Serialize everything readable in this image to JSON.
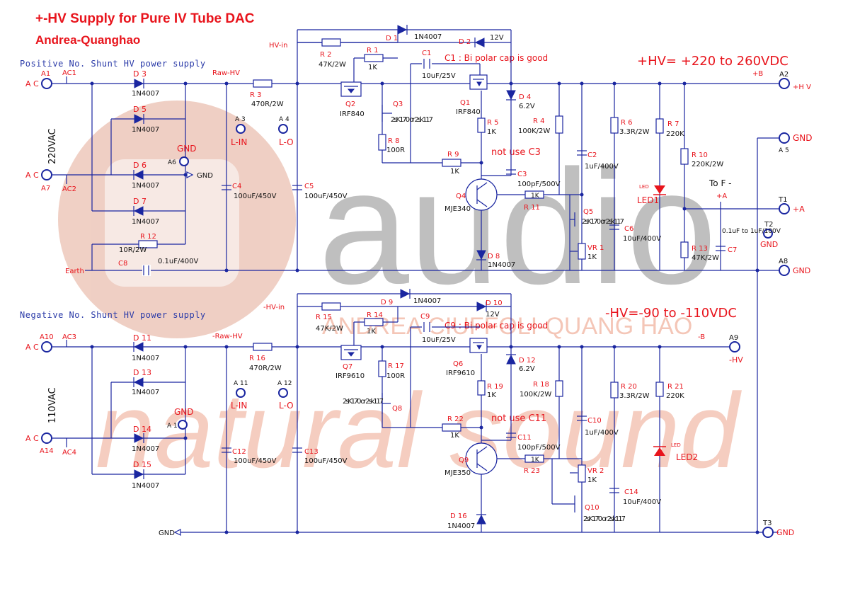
{
  "title": {
    "line1": "+-HV Supply for Pure IV Tube DAC",
    "line2": "Andrea-Quanghao"
  },
  "watermark": {
    "brand_a": "audio",
    "brand_b": "natural sound",
    "brand_c": "ANDREA CIUFFOLI-QUANG HAO",
    "color_grey": "#8c8c8c",
    "color_salmon": "#f2b9a6"
  },
  "sections": {
    "positive": "Positive No. Shunt HV power supply",
    "negative": "Negative No. Shunt HV power supply"
  },
  "notes": {
    "hv_pos": "+HV= +220 to 260VDC",
    "hv_neg": "-HV=-90 to -110VDC",
    "c1_note": "C1 : Bi polar cap is good",
    "c9_note": "C9 : Bi polar cap is good",
    "no_c3": "not use C3",
    "no_c11": "not use C11",
    "to_f": "To F -"
  },
  "voltages": {
    "v220": "220VAC",
    "v110": "110VAC"
  },
  "terminals": {
    "a1": {
      "ref": "A1",
      "label": "A C"
    },
    "a7": {
      "ref": "A7",
      "label": "A C"
    },
    "a6": {
      "ref": "A6",
      "label": "GND"
    },
    "a3": {
      "ref": "A 3",
      "label": "L-IN"
    },
    "a4": {
      "ref": "A 4",
      "label": "L-O"
    },
    "a2": {
      "ref": "A2",
      "label": "+H V"
    },
    "a5": {
      "ref": "A 5",
      "label": "GND"
    },
    "t1": {
      "ref": "T1",
      "label": "+A"
    },
    "t2": {
      "ref": "T2",
      "label": "GND"
    },
    "a8": {
      "ref": "A8",
      "label": "GND"
    },
    "a10": {
      "ref": "A10",
      "label": "A C"
    },
    "a14": {
      "ref": "A14",
      "label": "A C"
    },
    "a11": {
      "ref": "A 11",
      "label": "L-IN"
    },
    "a12": {
      "ref": "A 12",
      "label": "L-O"
    },
    "a1b": {
      "ref": "A 1",
      "label": "GND"
    },
    "a9": {
      "ref": "A9",
      "label": "-HV"
    },
    "t3": {
      "ref": "T3",
      "label": "GND"
    }
  },
  "nets": {
    "ac1": "AC1",
    "ac2": "AC2",
    "ac3": "AC3",
    "ac4": "AC4",
    "raw_hv": "Raw-HV",
    "neg_raw_hv": "-Raw-HV",
    "hv_in": "HV-in",
    "neg_hv_in": "-HV-in",
    "plus_b": "+B",
    "minus_b": "-B",
    "plus_a": "+A",
    "earth": "Earth",
    "gnd": "GND",
    "gnd2": "GND"
  },
  "components": {
    "d1": {
      "ref": "D 1",
      "value": "1N4007"
    },
    "d2": {
      "ref": "D 2",
      "value": "12V"
    },
    "d3": {
      "ref": "D 3",
      "value": "1N4007"
    },
    "d4": {
      "ref": "D 4",
      "value": "6.2V"
    },
    "d5": {
      "ref": "D 5",
      "value": "1N4007"
    },
    "d6": {
      "ref": "D 6",
      "value": "1N4007"
    },
    "d7": {
      "ref": "D 7",
      "value": "1N4007"
    },
    "d8": {
      "ref": "D 8",
      "value": "1N4007"
    },
    "d9": {
      "ref": "D 9",
      "value": "1N4007"
    },
    "d10": {
      "ref": "D 10",
      "value": "12V"
    },
    "d11": {
      "ref": "D 11",
      "value": "1N4007"
    },
    "d12": {
      "ref": "D 12",
      "value": "6.2V"
    },
    "d13": {
      "ref": "D 13",
      "value": "1N4007"
    },
    "d14": {
      "ref": "D 14",
      "value": "1N4007"
    },
    "d15": {
      "ref": "D 15",
      "value": "1N4007"
    },
    "d16": {
      "ref": "D 16",
      "value": "1N4007"
    },
    "r1": {
      "ref": "R 1",
      "value": "1K"
    },
    "r2": {
      "ref": "R 2",
      "value": "47K/2W"
    },
    "r3": {
      "ref": "R 3",
      "value": "470R/2W"
    },
    "r4": {
      "ref": "R 4",
      "value": "100K/2W"
    },
    "r5": {
      "ref": "R 5",
      "value": "1K"
    },
    "r6": {
      "ref": "R 6",
      "value": "3.3R/2W"
    },
    "r7": {
      "ref": "R 7",
      "value": "220K"
    },
    "r8": {
      "ref": "R 8",
      "value": "100R"
    },
    "r9": {
      "ref": "R 9",
      "value": "1K"
    },
    "r10": {
      "ref": "R 10",
      "value": "220K/2W"
    },
    "r11": {
      "ref": "R 11",
      "value": "1K"
    },
    "r12": {
      "ref": "R 12",
      "value": "10R/2W"
    },
    "r13": {
      "ref": "R 13",
      "value": "47K/2W"
    },
    "r14": {
      "ref": "R 14",
      "value": "1K"
    },
    "r15": {
      "ref": "R 15",
      "value": "47K/2W"
    },
    "r16": {
      "ref": "R 16",
      "value": "470R/2W"
    },
    "r17": {
      "ref": "R 17",
      "value": "100R"
    },
    "r18": {
      "ref": "R 18",
      "value": "100K/2W"
    },
    "r19": {
      "ref": "R 19",
      "value": "1K"
    },
    "r20": {
      "ref": "R 20",
      "value": "3.3R/2W"
    },
    "r21": {
      "ref": "R 21",
      "value": "220K"
    },
    "r22": {
      "ref": "R 22",
      "value": "1K"
    },
    "r23": {
      "ref": "R 23",
      "value": "1K"
    },
    "c1": {
      "ref": "C1",
      "value": "10uF/25V"
    },
    "c2": {
      "ref": "C2",
      "value": "1uF/400V"
    },
    "c3": {
      "ref": "C3",
      "value": "100pF/500V"
    },
    "c4": {
      "ref": "C4",
      "value": "100uF/450V"
    },
    "c5": {
      "ref": "C5",
      "value": "100uF/450V"
    },
    "c6": {
      "ref": "C6",
      "value": "10uF/400V"
    },
    "c7": {
      "ref": "C7",
      "value": "0.1uF to 1uF/100V"
    },
    "c8": {
      "ref": "C8",
      "value": "0.1uF/400V"
    },
    "c9": {
      "ref": "C9",
      "value": "10uF/25V"
    },
    "c10": {
      "ref": "C10",
      "value": "1uF/400V"
    },
    "c11": {
      "ref": "C11",
      "value": "100pF/500V"
    },
    "c12": {
      "ref": "C12",
      "value": "100uF/450V"
    },
    "c13": {
      "ref": "C13",
      "value": "100uF/450V"
    },
    "c14": {
      "ref": "C14",
      "value": "10uF/400V"
    },
    "q1": {
      "ref": "Q1",
      "value": "IRF840"
    },
    "q2": {
      "ref": "Q2",
      "value": "IRF840"
    },
    "q3": {
      "ref": "Q3",
      "value": "2sK170 or 2sk117"
    },
    "q4": {
      "ref": "Q4",
      "value": "MJE340"
    },
    "q5": {
      "ref": "Q5",
      "value": "2sK170 or 2sk117"
    },
    "q6": {
      "ref": "Q6",
      "value": "IRF9610"
    },
    "q7": {
      "ref": "Q7",
      "value": "IRF9610"
    },
    "q8": {
      "ref": "Q8",
      "value": "2sK170 or 2sk117"
    },
    "q9": {
      "ref": "Q9",
      "value": "MJE350"
    },
    "q10": {
      "ref": "Q10",
      "value": "2sK170 or 2sk117"
    },
    "vr1": {
      "ref": "VR 1",
      "value": "1K"
    },
    "vr2": {
      "ref": "VR 2",
      "value": "1K"
    },
    "led1": {
      "ref": "LED",
      "value": "LED1"
    },
    "led2": {
      "ref": "LED",
      "value": "LED2"
    }
  }
}
